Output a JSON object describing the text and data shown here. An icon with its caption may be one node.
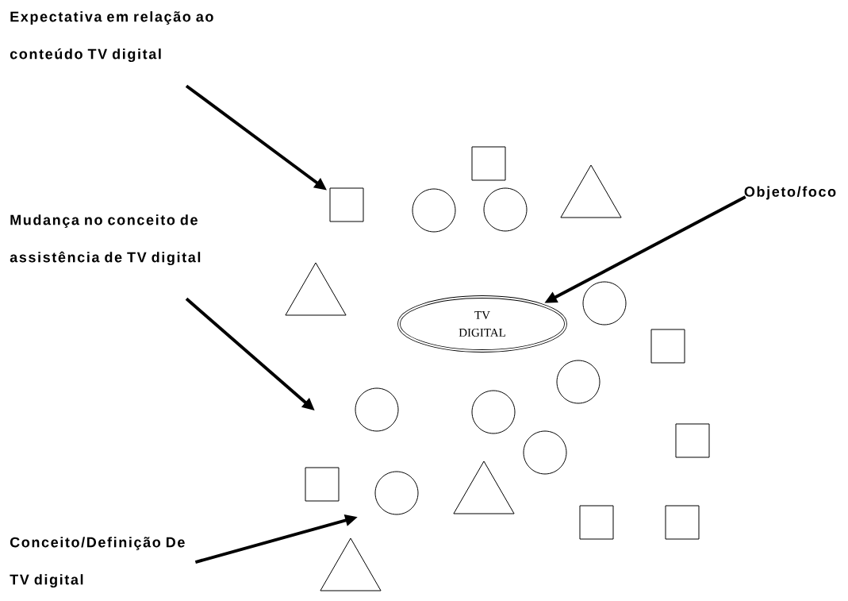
{
  "diagram": {
    "nodes": [
      {
        "text": [
          "Expectativa em relação ao conteúdo TV digital"
        ]
      },
      {
        "text": [],
        "shape": "box"
      },
      {
        "text": [],
        "shape": "box"
      },
      {
        "text": [],
        "shape": "circle"
      },
      {
        "text": [],
        "shape": "circle"
      },
      {
        "text": [],
        "shape": "triangle"
      },
      {
        "text": [
          "Objeto/foco"
        ]
      },
      {
        "text": [
          "Mudança no conceito de assistência de TV digital"
        ]
      },
      {
        "text": [],
        "shape": "circle"
      },
      {
        "text": [],
        "shape": "triangle"
      },
      {
        "text": [
          "TV DIGITAL"
        ]
      },
      {
        "text": [],
        "shape": "box"
      },
      {
        "text": [],
        "shape": "circle"
      },
      {
        "text": [],
        "shape": "circle"
      },
      {
        "text": [],
        "shape": "circle"
      },
      {
        "text": [],
        "shape": "box"
      },
      {
        "text": [],
        "shape": "circle"
      },
      {
        "text": [],
        "shape": "box"
      },
      {
        "text": [],
        "shape": "circle"
      },
      {
        "text": [],
        "shape": "triangle"
      },
      {
        "text": [],
        "shape": "box"
      },
      {
        "text": [],
        "shape": "box"
      },
      {
        "text": [
          "Conceito/Definição De TV digital"
        ]
      },
      {
        "text": [],
        "shape": "triangle"
      }
    ],
    "edges": [
      {
        "from": 0,
        "to": 2,
        "arrow": "to"
      },
      {
        "from": 6,
        "to": 10,
        "arrow": "to"
      },
      {
        "from": 7,
        "to": null,
        "arrow": "to"
      },
      {
        "from": 22,
        "to": null,
        "arrow": "to"
      }
    ]
  }
}
